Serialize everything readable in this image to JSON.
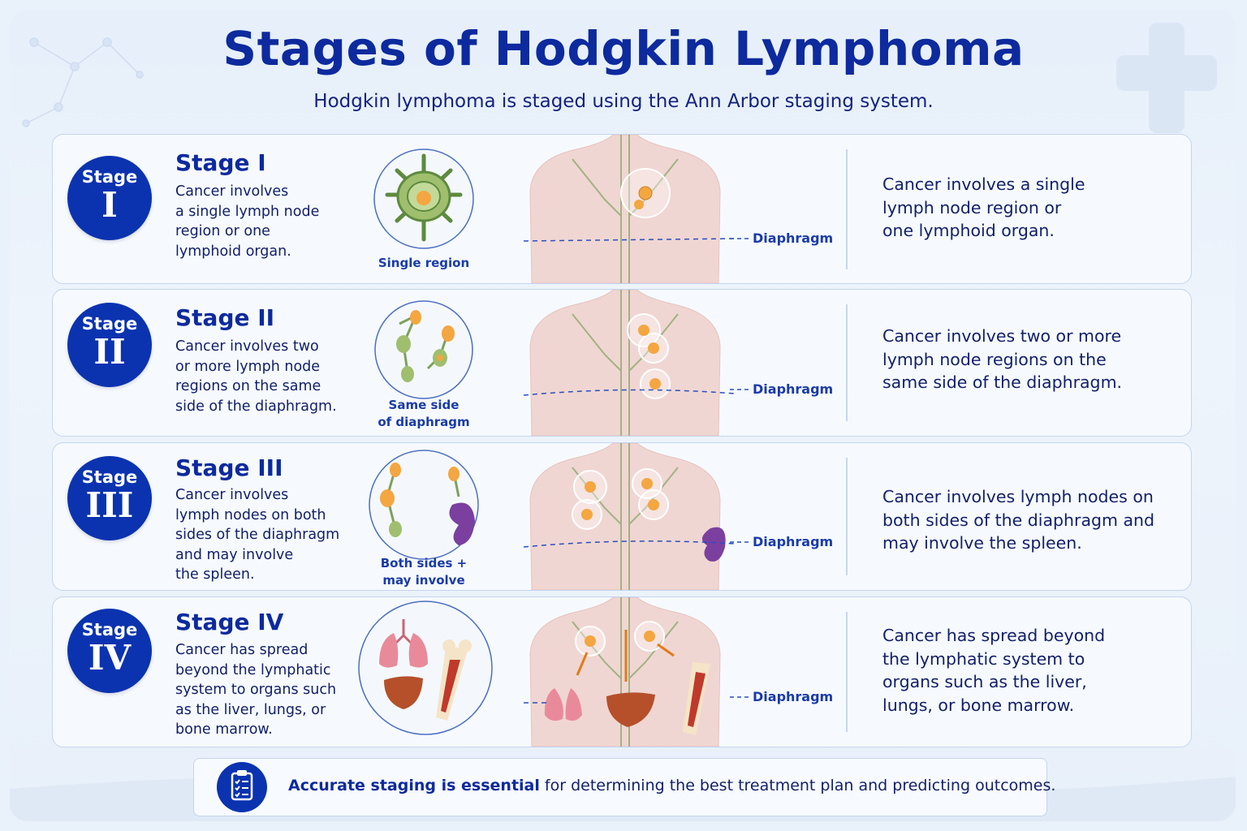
{
  "title": "Stages of Hodgkin Lymphoma",
  "subtitle": "Hodgkin lymphoma is staged using the Ann Arbor staging system.",
  "diaphragm_label": "Diaphragm",
  "stage_word": "Stage",
  "stages": [
    {
      "numeral": "I",
      "heading": "Stage I",
      "left_text": "Cancer involves\na single lymph node\nregion or one\nlymphoid organ.",
      "inset_label": "Single region",
      "right_text": "Cancer involves a single\nlymph node region or\none lymphoid organ."
    },
    {
      "numeral": "II",
      "heading": "Stage II",
      "left_text": "Cancer involves two\nor more lymph node\nregions on the same\nside of the diaphragm.",
      "inset_label": "Same side\nof diaphragm",
      "right_text": "Cancer involves two or more\nlymph node regions on the\nsame side of the diaphragm."
    },
    {
      "numeral": "III",
      "heading": "Stage III",
      "left_text": "Cancer involves\nlymph nodes on both\nsides of the diaphragm\nand may involve\nthe spleen.",
      "inset_label": "Both sides +\nmay involve spleen",
      "right_text": "Cancer involves lymph nodes on\nboth sides of the diaphragm and\nmay involve the spleen."
    },
    {
      "numeral": "IV",
      "heading": "Stage IV",
      "left_text": "Cancer has spread\nbeyond the lymphatic\nsystem to organs such\nas the liver, lungs, or\nbone marrow.",
      "inset_label": "",
      "right_text": "Cancer has spread beyond\nthe lymphatic system to\norgans such as the liver,\nlungs, or bone marrow."
    }
  ],
  "footer": {
    "bold": "Accurate staging is essential",
    "rest": " for determining the best treatment plan and predicting outcomes."
  },
  "colors": {
    "accent": "#0b33b0",
    "title": "#0d2a9e",
    "node": "#f4a640",
    "lymph": "#7fa05a",
    "spleen": "#7b3fa0",
    "liver": "#b5502a",
    "lungs": "#e98a9a",
    "diaphragm": "#2a4fc0"
  }
}
